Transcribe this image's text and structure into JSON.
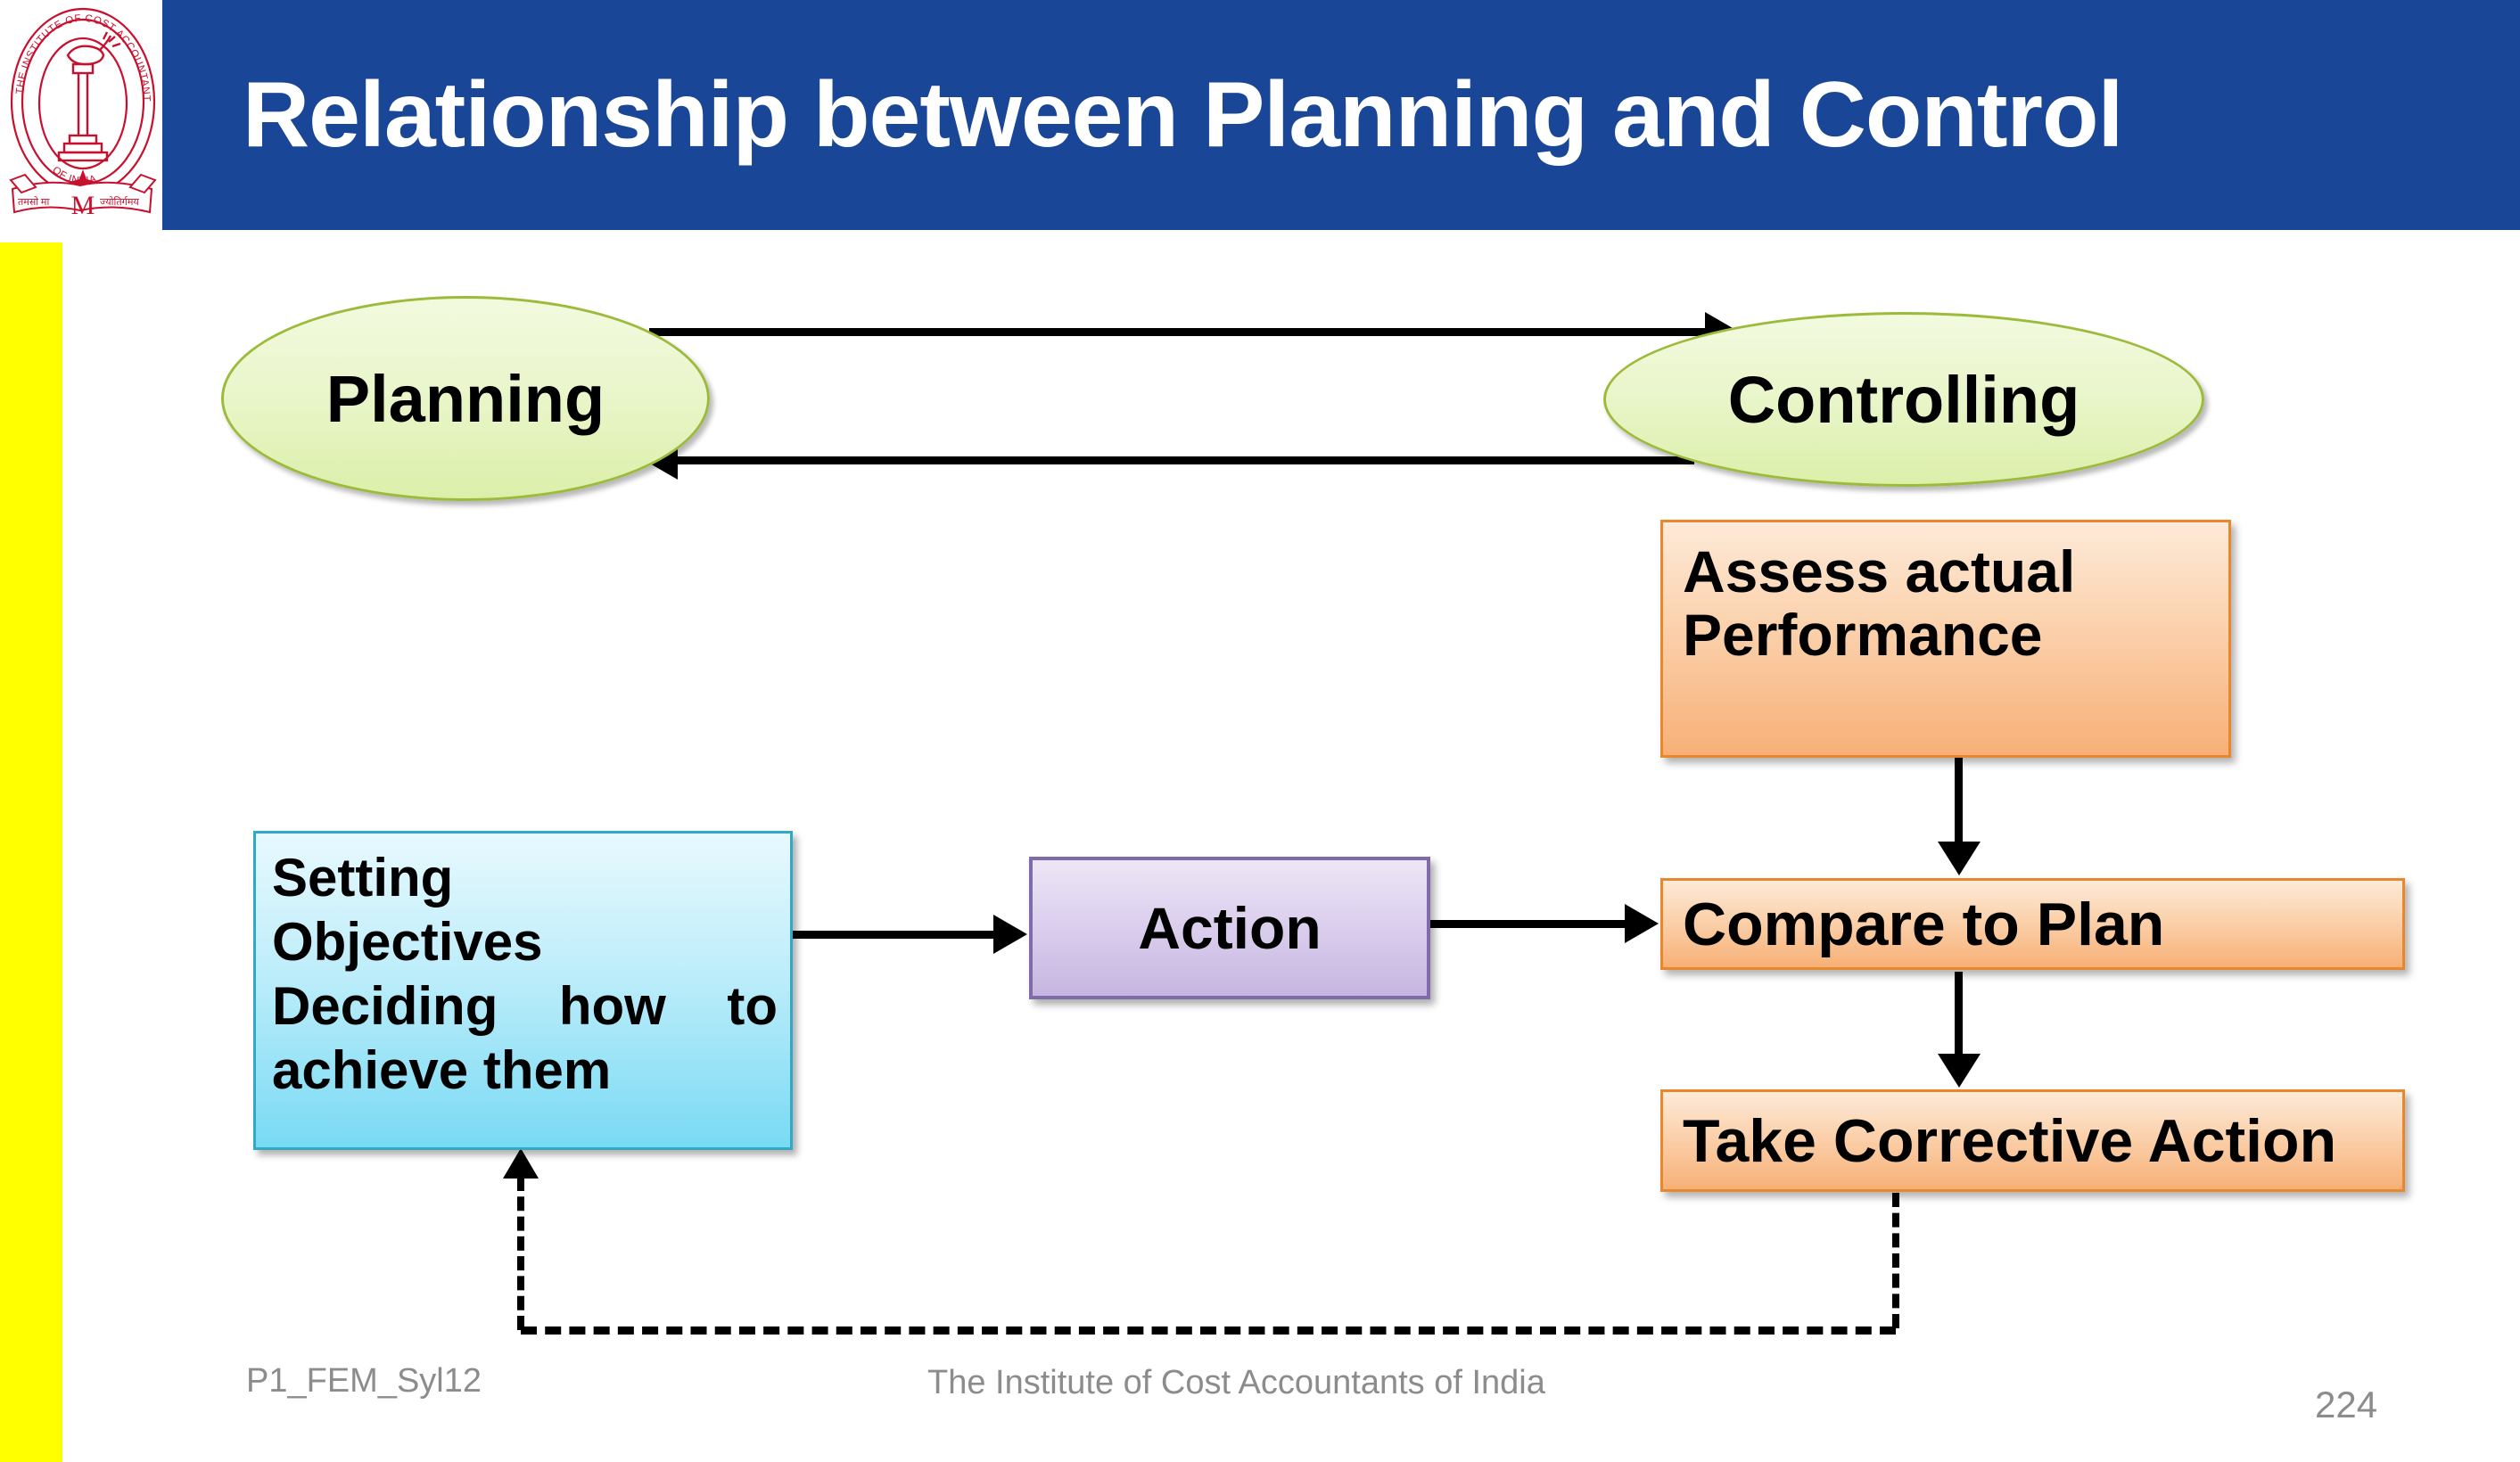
{
  "slide": {
    "title": "Relationship between Planning and Control",
    "header_color": "#1A4697",
    "accent_bar_color": "#FFFF00"
  },
  "logo": {
    "name": "institute-of-cost-accountants-of-india-logo",
    "outer_ring_text": "THE INSTITUTE OF COST ACCOUNTANTS OF INDIA",
    "motto_left": "तमसो मा",
    "motto_right": "ज्योतिर्गमय",
    "center_letter": "M",
    "color": "#C8102E"
  },
  "diagram": {
    "nodes": [
      {
        "id": "planning",
        "label": "Planning",
        "shape": "ellipse",
        "fill": "#EAF6CC",
        "border": "#9CBB3B"
      },
      {
        "id": "controlling",
        "label": "Controlling",
        "shape": "ellipse",
        "fill": "#EAF6CC",
        "border": "#9CBB3B"
      },
      {
        "id": "assess",
        "label": "Assess actual Performance",
        "line1": "Assess actual",
        "line2": "Performance",
        "shape": "rect",
        "fill": "#FBD3AF",
        "border": "#E8872C"
      },
      {
        "id": "setting",
        "label": "Setting Objectives Deciding how to achieve them",
        "line1": "Setting",
        "line2": "Objectives",
        "line3": "Deciding how to",
        "line4": "achieve them",
        "shape": "rect",
        "fill": "#BDEDFA",
        "border": "#31A8C4"
      },
      {
        "id": "action",
        "label": "Action",
        "shape": "rect",
        "fill": "#DCD0EE",
        "border": "#7E6BA8"
      },
      {
        "id": "compare",
        "label": "Compare to Plan",
        "shape": "rect",
        "fill": "#FBD3AF",
        "border": "#E8872C"
      },
      {
        "id": "corrective",
        "label": "Take Corrective Action",
        "shape": "rect",
        "fill": "#FBD3AF",
        "border": "#E8872C"
      }
    ],
    "edges": [
      {
        "id": "planning-to-controlling",
        "from": "planning",
        "to": "controlling",
        "style": "solid",
        "direction": "right"
      },
      {
        "id": "controlling-to-planning",
        "from": "controlling",
        "to": "planning",
        "style": "solid",
        "direction": "left"
      },
      {
        "id": "setting-to-action",
        "from": "setting",
        "to": "action",
        "style": "solid",
        "direction": "right"
      },
      {
        "id": "action-to-compare",
        "from": "action",
        "to": "compare",
        "style": "solid",
        "direction": "right"
      },
      {
        "id": "assess-to-compare",
        "from": "assess",
        "to": "compare",
        "style": "solid",
        "direction": "down"
      },
      {
        "id": "compare-to-corrective",
        "from": "compare",
        "to": "corrective",
        "style": "solid",
        "direction": "down"
      },
      {
        "id": "corrective-to-setting",
        "from": "corrective",
        "to": "setting",
        "style": "dashed",
        "direction": "up"
      }
    ]
  },
  "footer": {
    "left": "P1_FEM_Syl12",
    "center": "The Institute of Cost Accountants of India",
    "page_number": "224"
  }
}
